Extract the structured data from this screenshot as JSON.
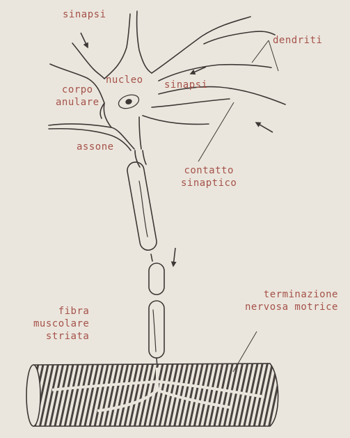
{
  "labels": {
    "synapse_top": "sinapsi",
    "dendrites": "dendriti",
    "nucleus": "nucleo",
    "synapse_mid": "sinapsi",
    "cell_body": [
      "corpo",
      "anulare"
    ],
    "axon": "assone",
    "synaptic_contact": [
      "contatto",
      "sinaptico"
    ],
    "muscle_fiber": [
      "fibra",
      "muscolare",
      "striata"
    ],
    "motor_ending": [
      "terminazione",
      "nervosa motrice"
    ]
  },
  "colors": {
    "background": "#ebe6dd",
    "ink": "#3d3735",
    "label": "#a4524a"
  }
}
